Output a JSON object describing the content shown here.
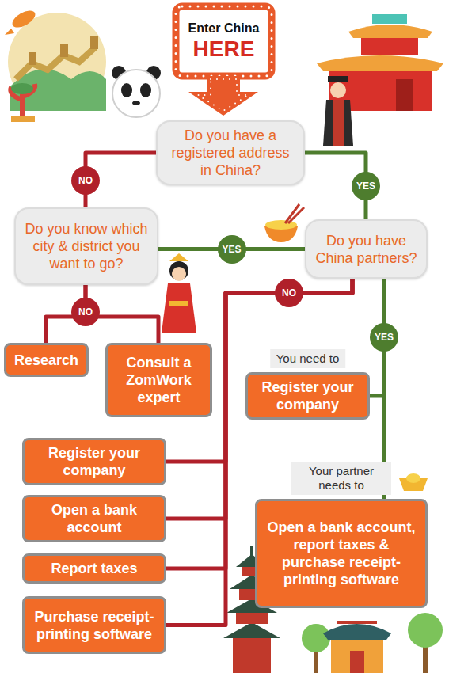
{
  "diagram": {
    "nodes": [
      {
        "text": [
          "Enter China",
          "HERE"
        ]
      },
      {
        "text": [
          "Do you have a registered address in China?"
        ]
      },
      {
        "text": [
          "Do you know which city & district you want to go?"
        ]
      },
      {
        "text": [
          "Do you have China partners?"
        ]
      },
      {
        "text": [
          "Research"
        ]
      },
      {
        "text": [
          "Consult a ZomWork expert"
        ]
      },
      {
        "text": [
          "You need to",
          "Register your company"
        ]
      },
      {
        "text": [
          "Register your company"
        ]
      },
      {
        "text": [
          "Open a bank account"
        ]
      },
      {
        "text": [
          "Report taxes"
        ]
      },
      {
        "text": [
          "Purchase receipt-printing software"
        ]
      },
      {
        "text": [
          "Your partner needs to",
          "Open a bank account, report taxes & purchase receipt-printing software"
        ]
      }
    ],
    "edges": [
      {
        "from": 1,
        "to": 2,
        "label": "NO",
        "arrow": "none"
      },
      {
        "from": 1,
        "to": 3,
        "label": "YES",
        "arrow": "none"
      },
      {
        "from": 3,
        "to": 2,
        "label": "YES",
        "arrow": "none"
      },
      {
        "from": 2,
        "to": 4,
        "label": "NO",
        "arrow": "none"
      },
      {
        "from": 2,
        "to": 5,
        "arrow": "none"
      },
      {
        "from": 3,
        "to": 7,
        "label": "NO",
        "arrow": "none"
      },
      {
        "from": 3,
        "to": 8,
        "arrow": "none"
      },
      {
        "from": 3,
        "to": 9,
        "arrow": "none"
      },
      {
        "from": 3,
        "to": 10,
        "arrow": "none"
      },
      {
        "from": 3,
        "to": 6,
        "label": "YES",
        "arrow": "none"
      },
      {
        "from": 3,
        "to": 11,
        "arrow": "none"
      }
    ]
  }
}
